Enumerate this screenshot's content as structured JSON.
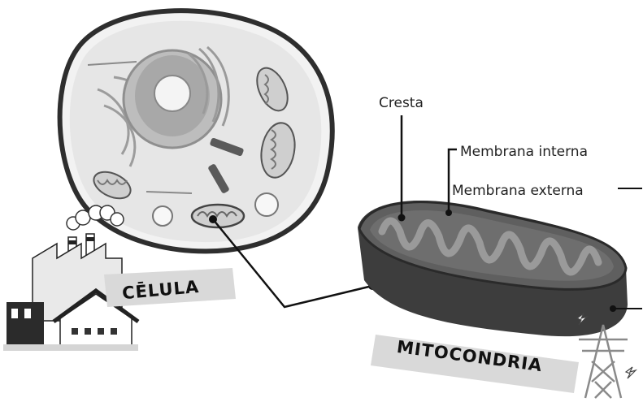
{
  "labels": {
    "cresta": "Cresta",
    "membrana_interna": "Membrana interna",
    "membrana_externa": "Membrana externa"
  },
  "banners": {
    "celula": "CĒLULA",
    "mitocondria": "MITOCONDRIA"
  },
  "icons": {
    "factory": "factory-icon",
    "power_tower": "power-tower-icon",
    "lightning": "lightning-icon"
  },
  "colors": {
    "cell_membrane": "#3a3a3a",
    "cytoplasm": "#e9e9e9",
    "nucleus": "#a9a9a9",
    "mito_outer": "#404040",
    "mito_inner": "#6b6b6b",
    "banner": "#d9d9d9"
  }
}
